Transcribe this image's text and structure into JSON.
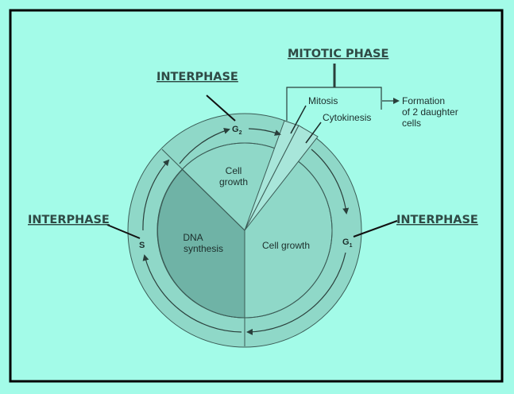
{
  "colors": {
    "background": "#a3fbe8",
    "frame": "#000000",
    "outer_ring": "#8fd8c8",
    "inner_light": "#8fd8c8",
    "inner_dark": "#6fb3a6",
    "line": "#2a3f3b"
  },
  "labels": {
    "mitotic_phase": "MITOTIC PHASE",
    "interphase_top": "INTERPHASE",
    "interphase_left": "INTERPHASE",
    "interphase_right": "INTERPHASE"
  },
  "diagram": {
    "mitosis": "Mitosis",
    "cytokinesis": "Cytokinesis",
    "formation_line1": "Formation",
    "formation_line2": "of 2 daughter",
    "formation_line3": "cells",
    "g2_letter": "G",
    "g2_sub": "2",
    "g1_letter": "G",
    "g1_sub": "1",
    "s_letter": "S",
    "cell_growth_top_line1": "Cell",
    "cell_growth_top_line2": "growth",
    "dna_line1": "DNA",
    "dna_line2": "synthesis",
    "cell_growth_right": "Cell growth"
  }
}
